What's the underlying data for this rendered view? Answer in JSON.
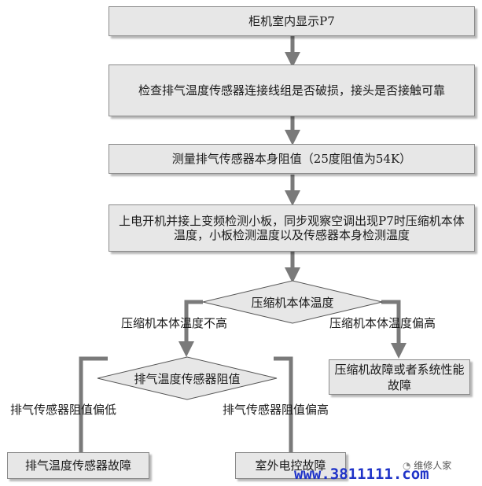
{
  "nodes": {
    "start": "柜机室内显示P7",
    "check_wiring": "检查排气温度传感器连接线组是否破损，接头是否接触可靠",
    "measure_resistance": "测量排气传感器本身阻值（25度阻值为54K）",
    "observe_temps": "上电开机并接上变频检测小板，同步观察空调出现P7时压缩机本体温度，小板检测温度以及传感器本身检测温度",
    "decision_compressor": "压缩机本体温度",
    "decision_sensor": "排气温度传感器阻值",
    "result_system_fault": "压缩机故障或者系统性能故障",
    "result_sensor_fault": "排气温度传感器故障",
    "result_outdoor_control": "室外电控故障"
  },
  "edges": {
    "compressor_low": "压缩机本体温度不高",
    "compressor_high": "压缩机本体温度偏高",
    "resistance_low": "排气传感器阻值偏低",
    "resistance_high": "排气传感器阻值偏高"
  },
  "watermark": {
    "url": "www.3811111.com",
    "logo_text": "维修人家",
    "logo_icon": "chat-bubble-icon"
  },
  "colors": {
    "box_fill": "#e7e7e7",
    "arrow": "#7a7a7a",
    "watermark_url": "#1f33c8"
  }
}
